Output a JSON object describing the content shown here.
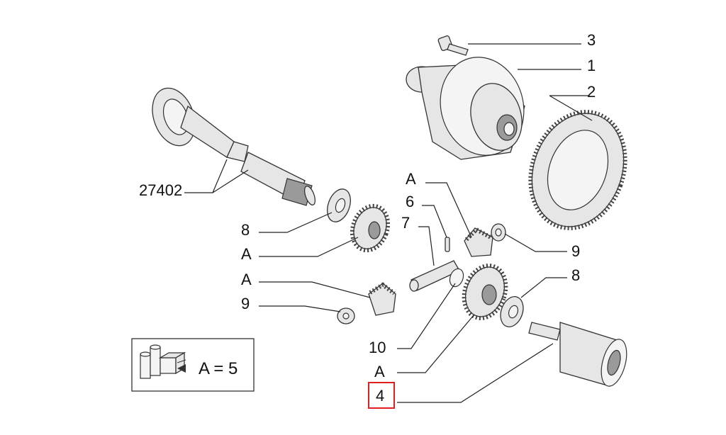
{
  "diagram": {
    "callouts": {
      "c3": "3",
      "c1": "1",
      "c2": "2",
      "c27402": "27402",
      "cA_top": "A",
      "c6": "6",
      "c7": "7",
      "c8_left": "8",
      "cA_left1": "A",
      "cA_left2": "A",
      "c9_left": "9",
      "c9_right": "9",
      "c8_right": "8",
      "c10": "10",
      "cA_bottom": "A",
      "c4": "4"
    },
    "highlight_color": "#e02020",
    "legend": {
      "text": "A = 5",
      "icon": "parts-kit-icon"
    }
  }
}
